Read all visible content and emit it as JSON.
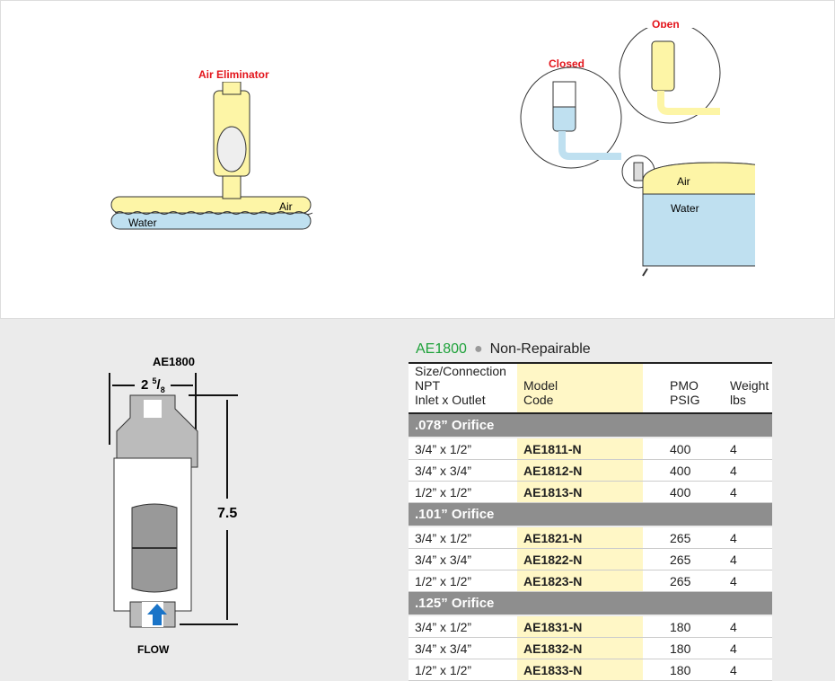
{
  "diagram_left": {
    "title": "Air Eliminator",
    "air": "Air",
    "water": "Water"
  },
  "diagram_right": {
    "closed": "Closed",
    "open": "Open",
    "air": "Air",
    "water": "Water"
  },
  "drawing": {
    "model": "AE1800",
    "width_whole": "2",
    "width_num": "5",
    "width_den": "8",
    "height": "7.5",
    "flow": "FLOW"
  },
  "table": {
    "model": "AE1800",
    "type": "Non-Repairable",
    "headers": [
      [
        "Size/Connection NPT",
        "Inlet x Outlet"
      ],
      [
        "Model",
        "Code"
      ],
      [
        "PMO",
        "PSIG"
      ],
      [
        "Weight",
        "lbs"
      ]
    ],
    "groups": [
      {
        "name": ".078” Orifice",
        "rows": [
          [
            "3/4” x 1/2”",
            "AE1811-N",
            "400",
            "4"
          ],
          [
            "3/4” x 3/4”",
            "AE1812-N",
            "400",
            "4"
          ],
          [
            "1/2” x 1/2”",
            "AE1813-N",
            "400",
            "4"
          ]
        ]
      },
      {
        "name": ".101” Orifice",
        "rows": [
          [
            "3/4” x 1/2”",
            "AE1821-N",
            "265",
            "4"
          ],
          [
            "3/4” x 3/4”",
            "AE1822-N",
            "265",
            "4"
          ],
          [
            "1/2” x 1/2”",
            "AE1823-N",
            "265",
            "4"
          ]
        ]
      },
      {
        "name": ".125” Orifice",
        "rows": [
          [
            "3/4” x 1/2”",
            "AE1831-N",
            "180",
            "4"
          ],
          [
            "3/4” x 3/4”",
            "AE1832-N",
            "180",
            "4"
          ],
          [
            "1/2” x 1/2”",
            "AE1833-N",
            "180",
            "4"
          ]
        ]
      }
    ]
  }
}
